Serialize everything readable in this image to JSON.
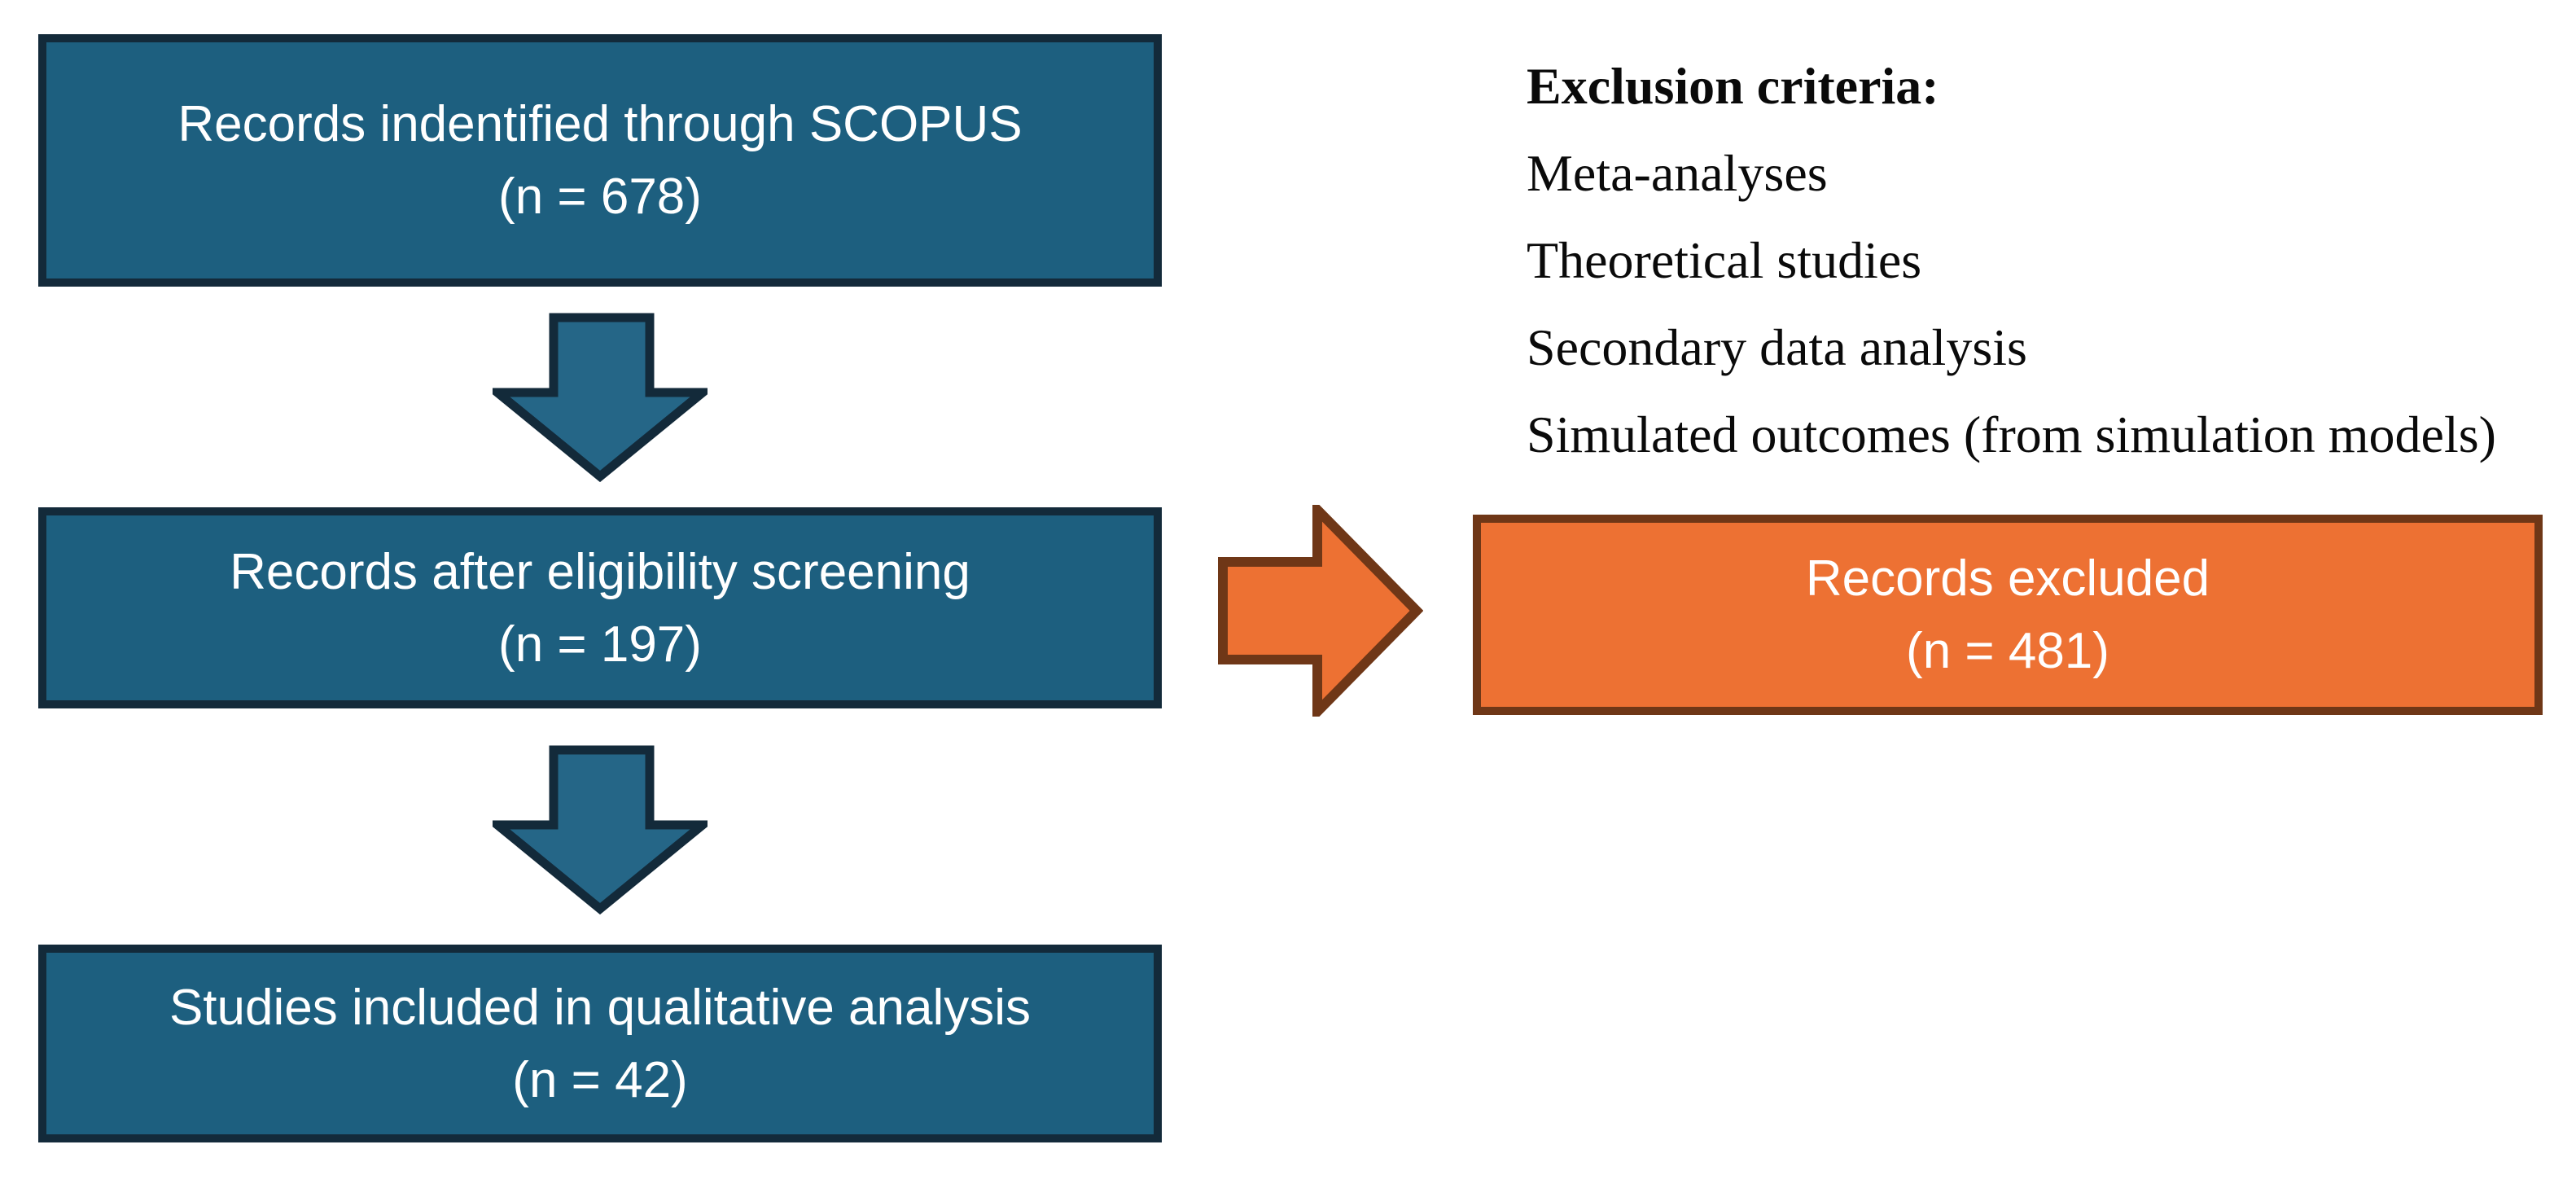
{
  "flow": {
    "identified": {
      "line1": "Records indentified through SCOPUS",
      "line2": "(n = 678)"
    },
    "screened": {
      "line1": "Records after eligibility screening",
      "line2": "(n = 197)"
    },
    "included": {
      "line1": "Studies included in qualitative analysis",
      "line2": "(n = 42)"
    },
    "excluded": {
      "line1": "Records excluded",
      "line2": "(n = 481)"
    }
  },
  "exclusion_criteria": {
    "heading": "Exclusion criteria:",
    "items": [
      "Meta-analyses",
      "Theoretical studies",
      "Secondary data analysis",
      "Simulated outcomes (from simulation models)"
    ]
  },
  "colors": {
    "teal": "#1D5F7F",
    "teal-arrow": "#256687",
    "navy": "#132A3A",
    "orange": "#ED7133",
    "brown": "#6F3717",
    "text-light": "#FFFFFF",
    "text-dark": "#0A0A0A",
    "bg": "#FFFFFF"
  }
}
